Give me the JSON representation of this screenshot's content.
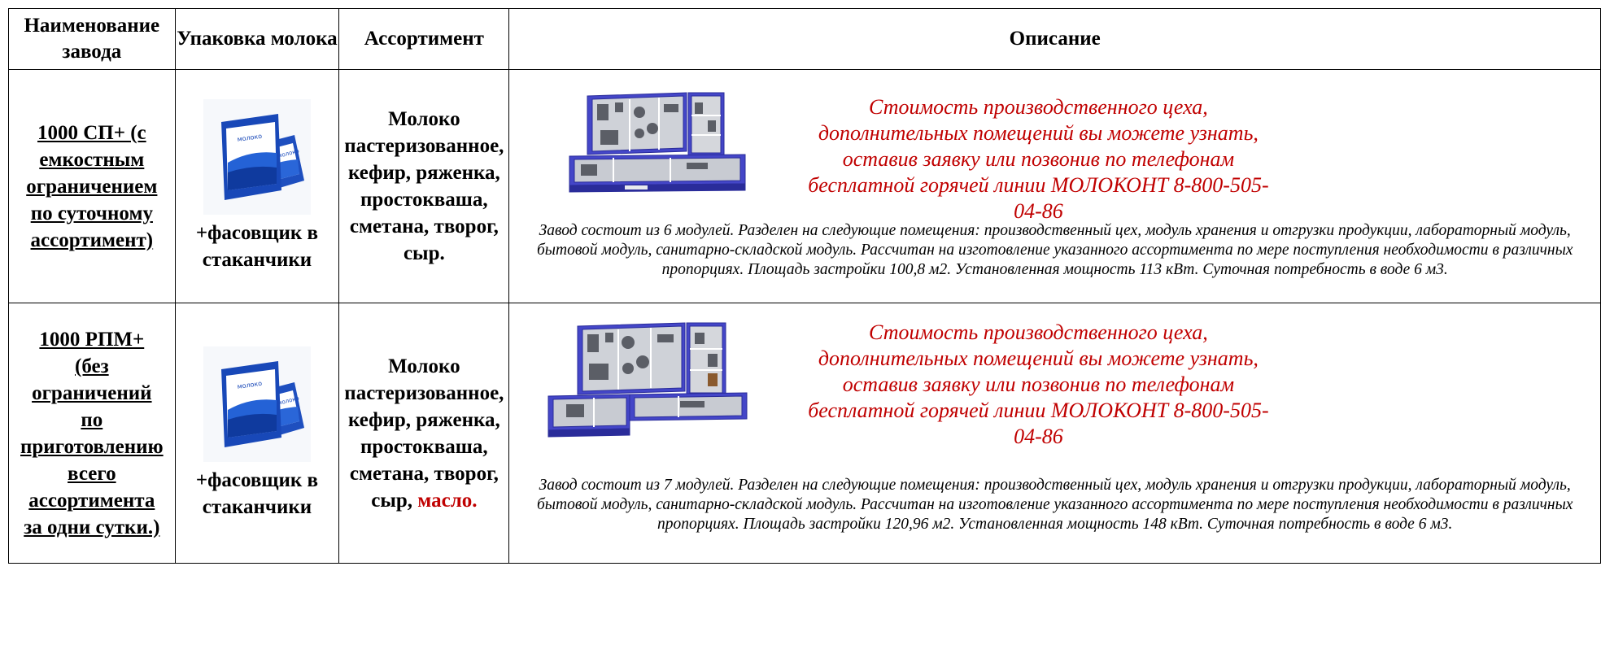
{
  "headers": {
    "plant": "Наименование завода",
    "packaging": "Упаковка молока",
    "assortment": "Ассортимент",
    "description": "Описание"
  },
  "rows": [
    {
      "plant": "1000 СП+ (с емкостным ограничением по суточному ассортимент)",
      "packaging": "+фасовщик в стаканчики",
      "assortment": "Молоко пастеризованное, кефир, ряженка, простокваша, сметана, творог, сыр.",
      "assortment_extra": "",
      "price_note": "Стоимость производственного цеха, дополнительных помещений вы можете узнать, оставив заявку или позвонив по телефонам бесплатной горячей линии МОЛОКОНТ 8-800-505-04-86",
      "description": "Завод состоит из 6 модулей. Разделен на следующие помещения: производственный цех, модуль хранения и отгрузки продукции, лабораторный модуль, бытовой модуль, санитарно-складской модуль. Рассчитан на изготовление  указанного ассортимента по мере поступления необходимости в различных пропорциях. Площадь застройки 100,8 м2. Установленная мощность 113 кВт. Суточная потребность в воде 6 м3."
    },
    {
      "plant": "1000 РПМ+ (без ограничений по приготовлению всего ассортимента за одни сутки.)",
      "packaging": "+фасовщик в стаканчики",
      "assortment": "Молоко пастеризованное, кефир, ряженка, простокваша, сметана, творог, сыр,",
      "assortment_extra": "масло.",
      "price_note": "Стоимость производственного цеха, дополнительных помещений вы можете узнать, оставив заявку или позвонив по телефонам бесплатной горячей линии МОЛОКОНТ 8-800-505-04-86",
      "description": "Завод состоит из 7 модулей. Разделен на следующие помещения: производственный цех, модуль хранения и отгрузки продукции, лабораторный модуль, бытовой модуль, санитарно-складской модуль. Рассчитан на изготовление указанного ассортимента по мере поступления необходимости в различных пропорциях. Площадь застройки 120,96 м2. Установленная мощность 148 кВт. Суточная потребность в воде 6 м3."
    }
  ],
  "colors": {
    "accent_red": "#c00000",
    "module_blue": "#3d3fc4"
  },
  "icons": {
    "packaging": "milk-bag-icon",
    "plan": "floor-plan-icon"
  }
}
